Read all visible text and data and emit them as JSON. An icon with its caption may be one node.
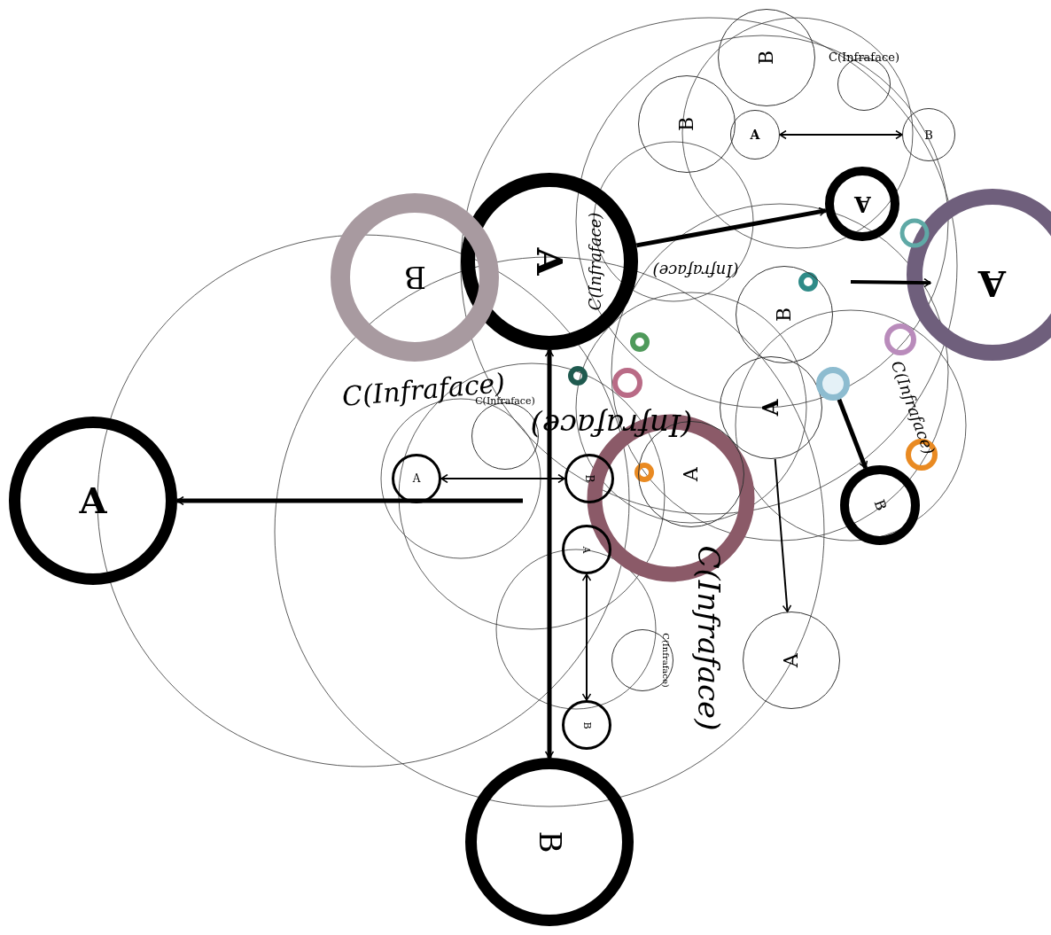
{
  "diagram": {
    "nodes": [
      {
        "text": [
          "A"
        ]
      },
      {
        "text": [
          "B"
        ]
      },
      {
        "text": [
          "A"
        ]
      },
      {
        "text": [
          "B"
        ]
      },
      {
        "text": [
          "A"
        ]
      },
      {
        "text": [
          "A"
        ]
      },
      {
        "text": [
          "B"
        ]
      },
      {
        "text": [
          "C(Infraface)"
        ]
      },
      {
        "text": [
          "A"
        ]
      },
      {
        "text": [
          "B"
        ]
      },
      {
        "text": [
          "C(Infraface)"
        ]
      },
      {
        "text": [
          "A"
        ]
      },
      {
        "text": [
          "B"
        ]
      },
      {
        "text": [
          "A"
        ]
      },
      {
        "text": [
          "A"
        ]
      },
      {
        "text": [
          "B"
        ]
      },
      {
        "text": [
          "A"
        ]
      },
      {
        "text": [
          "B"
        ]
      },
      {
        "text": [
          "B"
        ]
      },
      {
        "text": [
          "A"
        ]
      },
      {
        "text": [
          "B"
        ]
      },
      {
        "text": [
          "C(Infraface)"
        ]
      },
      {
        "text": [],
        "shape": "circle"
      }
    ],
    "edges": [
      {
        "from": null,
        "to": 0,
        "arrow": "to"
      },
      {
        "from": 2,
        "to": 1,
        "arrow": "both"
      },
      {
        "from": 5,
        "to": 6,
        "arrow": "both"
      },
      {
        "from": 8,
        "to": 9,
        "arrow": "both"
      },
      {
        "from": null,
        "to": 4,
        "arrow": "to"
      },
      {
        "from": 22,
        "to": 12,
        "arrow": "to"
      },
      {
        "from": 2,
        "to": 13,
        "arrow": "to"
      },
      {
        "from": 19,
        "to": 20,
        "arrow": "both"
      },
      {
        "from": 14,
        "to": 16,
        "arrow": "to"
      }
    ],
    "labels": [
      "C(Infraface)",
      "(Infraface)",
      "C(Infraface)",
      "C(Infraface)",
      "(Infraface)",
      "C(Infraface)"
    ]
  }
}
